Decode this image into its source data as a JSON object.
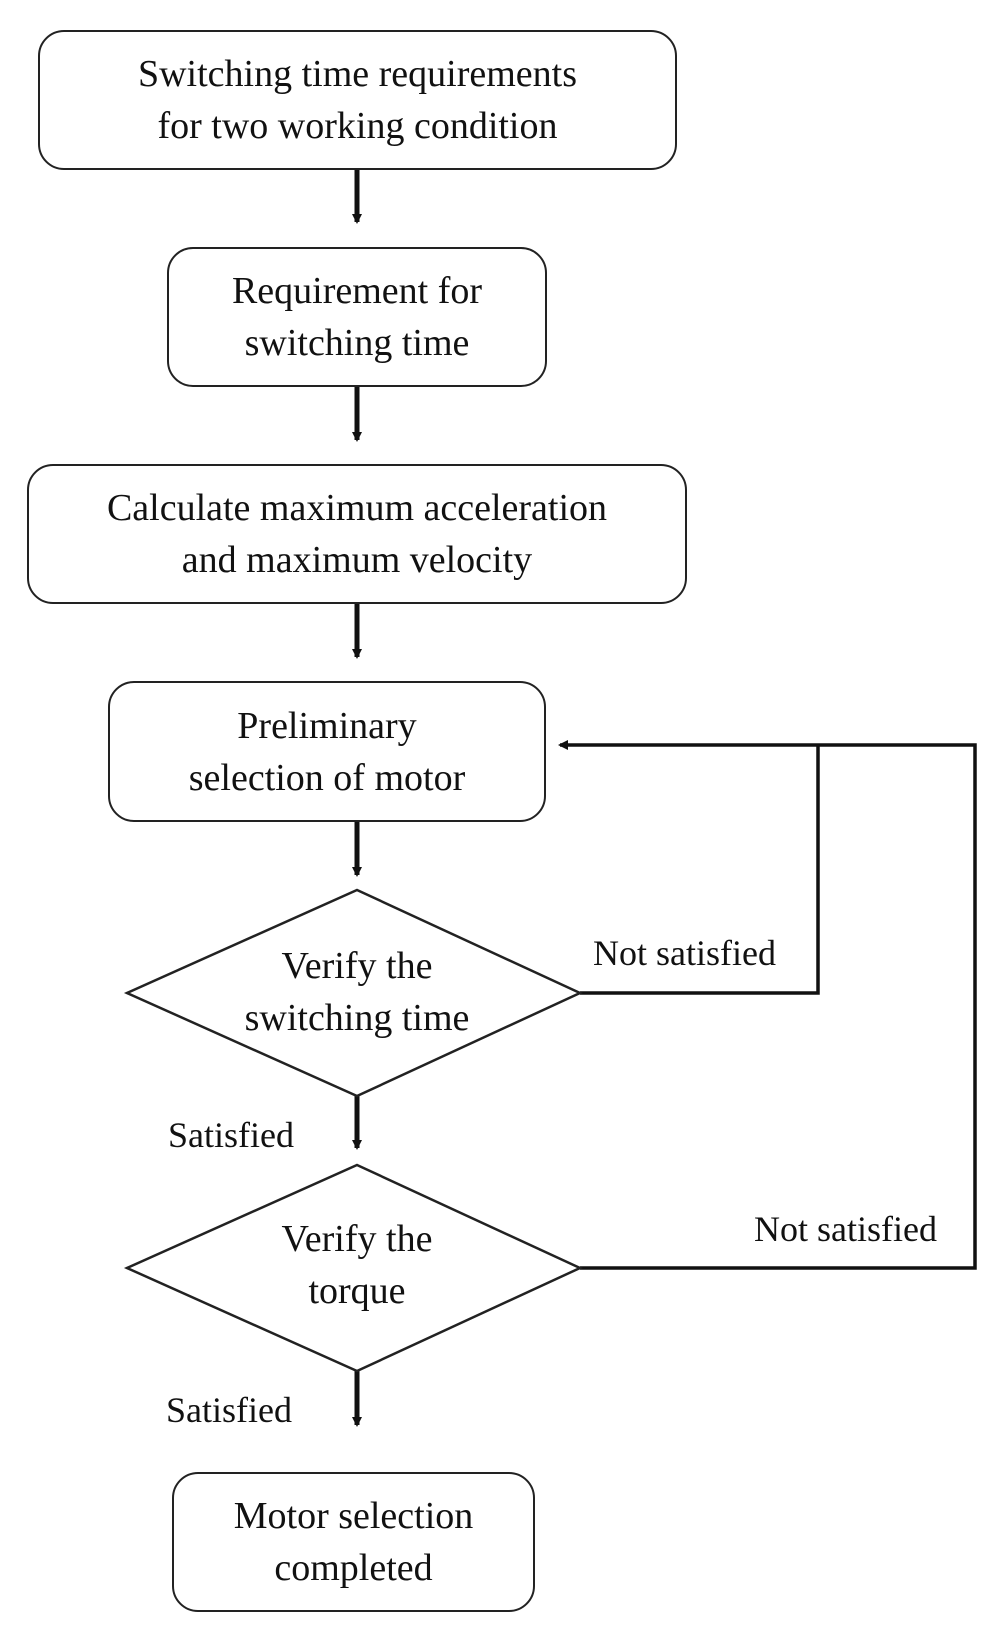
{
  "diagram": {
    "nodes": [
      {
        "id": "n1",
        "shape": "rounded-rectangle",
        "text": "Switching time requirements\nfor two working condition"
      },
      {
        "id": "n2",
        "shape": "rounded-rectangle",
        "text": "Requirement for\nswitching time"
      },
      {
        "id": "n3",
        "shape": "rounded-rectangle",
        "text": "Calculate maximum acceleration\nand maximum velocity"
      },
      {
        "id": "n4",
        "shape": "rounded-rectangle",
        "text": "Preliminary\nselection of motor"
      },
      {
        "id": "d1",
        "shape": "diamond",
        "text": "Verify the\nswitching time"
      },
      {
        "id": "d2",
        "shape": "diamond",
        "text": "Verify the\ntorque"
      },
      {
        "id": "n5",
        "shape": "rounded-rectangle",
        "text": "Motor selection\ncompleted"
      }
    ],
    "edges": [
      {
        "from": "n1",
        "to": "n2",
        "label": ""
      },
      {
        "from": "n2",
        "to": "n3",
        "label": ""
      },
      {
        "from": "n3",
        "to": "n4",
        "label": ""
      },
      {
        "from": "n4",
        "to": "d1",
        "label": ""
      },
      {
        "from": "d1",
        "to": "d2",
        "label": "Satisfied"
      },
      {
        "from": "d1",
        "to": "n4",
        "label": "Not satisfied"
      },
      {
        "from": "d2",
        "to": "n5",
        "label": "Satisfied"
      },
      {
        "from": "d2",
        "to": "n4",
        "label": "Not satisfied"
      }
    ]
  }
}
